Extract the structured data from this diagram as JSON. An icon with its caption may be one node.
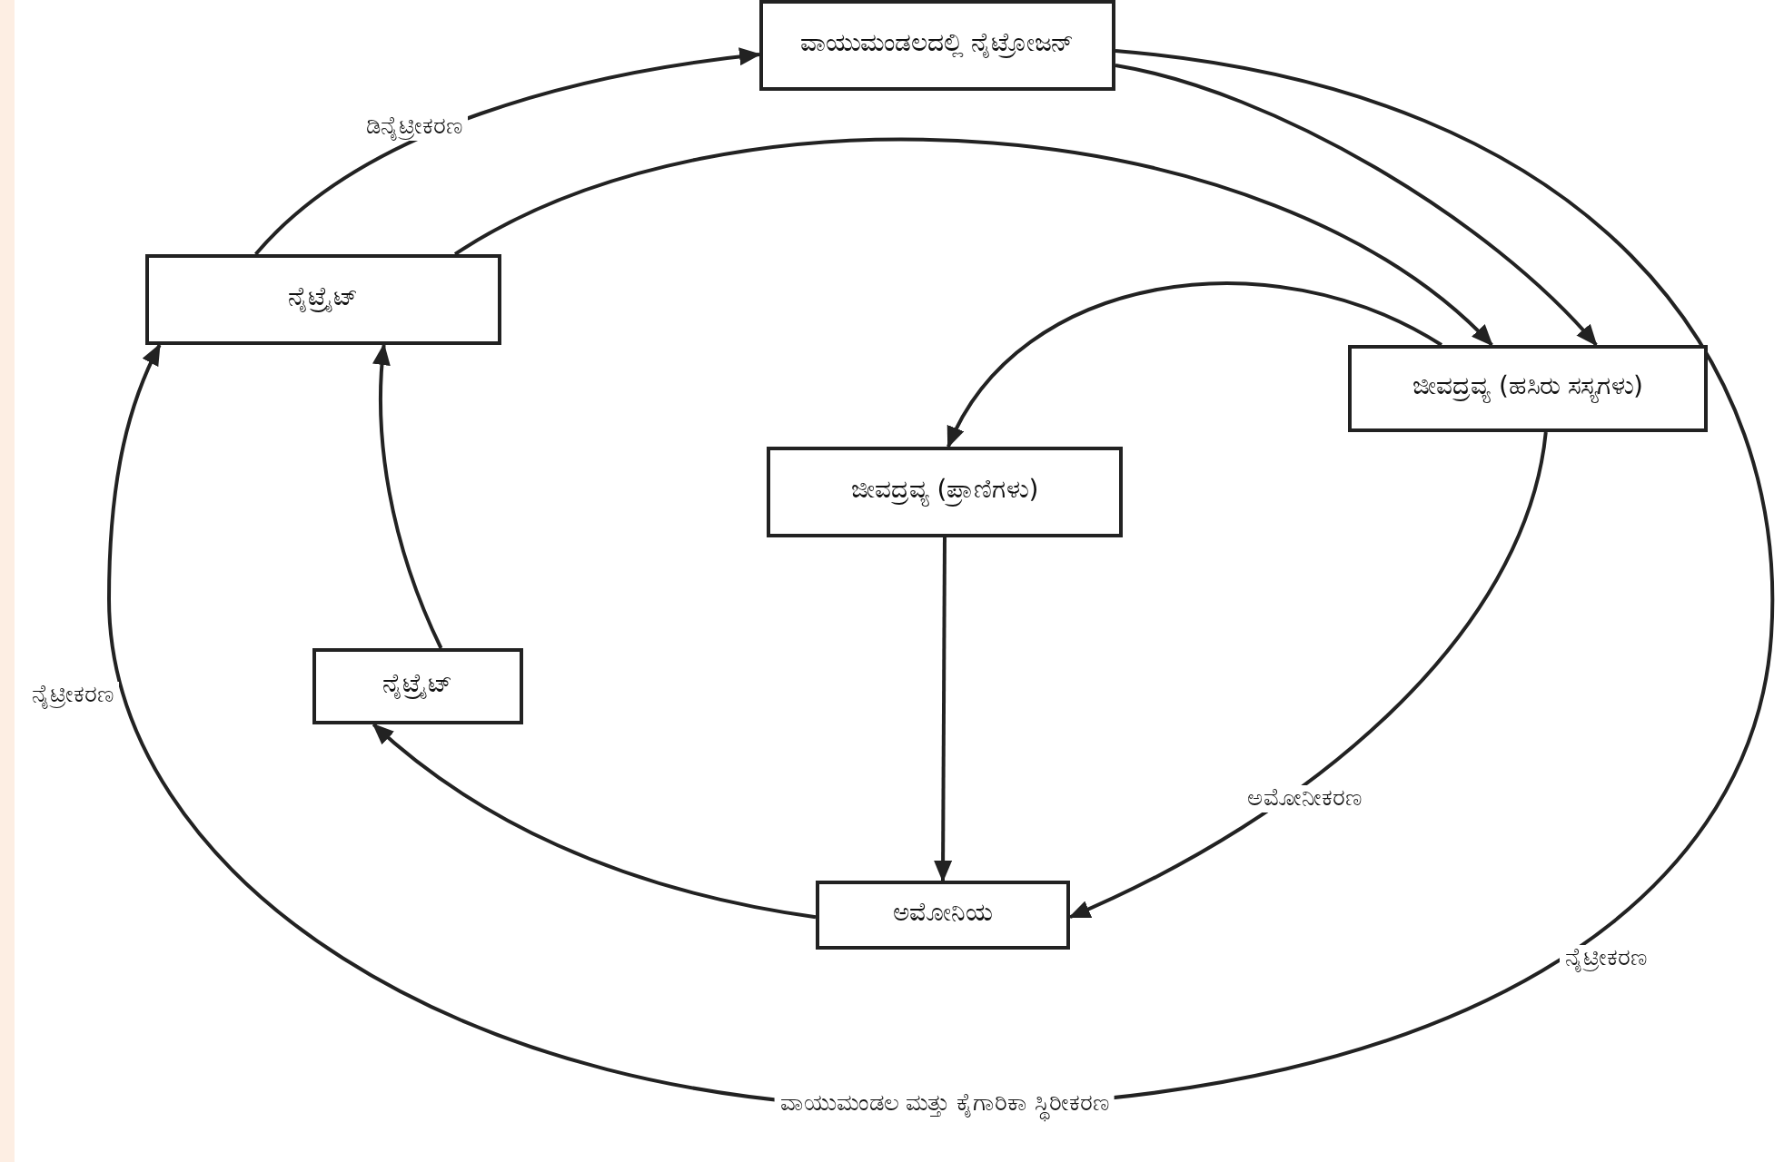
{
  "diagram": {
    "nodes": [
      {
        "text": [
          "ವಾಯುಮಂಡಲದಲ್ಲಿ ನೈಟ್ರೋಜನ್"
        ]
      },
      {
        "text": [
          "ನೈಟ್ರೈಟ್"
        ]
      },
      {
        "text": [
          "ಜೀವದ್ರವ್ಯ (ಹಸಿರು ಸಸ್ಯಗಳು)"
        ]
      },
      {
        "text": [
          "ಜೀವದ್ರವ್ಯ (ಪ್ರಾಣಿಗಳು)"
        ]
      },
      {
        "text": [
          "ನೈಟ್ರೈಟ್"
        ]
      },
      {
        "text": [
          "ಅಮೋನಿಯ"
        ]
      }
    ],
    "edges": [
      {
        "from": 1,
        "to": 0,
        "arrow": "to",
        "label": "ಡಿನೈಟ್ರೀಕರಣ"
      },
      {
        "from": 1,
        "to": 2,
        "arrow": "to"
      },
      {
        "from": 0,
        "to": 2,
        "arrow": "to"
      },
      {
        "from": 0,
        "to": 1,
        "arrow": "to",
        "label": "ವಾಯುಮಂಡಲ ಮತ್ತು ಕೈಗಾರಿಕಾ ಸ್ಥಿರೀಕರಣ"
      },
      {
        "from": 2,
        "to": 3,
        "arrow": "to"
      },
      {
        "from": 3,
        "to": 5,
        "arrow": "to"
      },
      {
        "from": 2,
        "to": 5,
        "arrow": "to",
        "label": "ಅಮೋನೀಕರಣ"
      },
      {
        "from": 5,
        "to": 4,
        "arrow": "to"
      },
      {
        "from": 4,
        "to": 1,
        "arrow": "to"
      }
    ],
    "labels": [
      "ನೈಟ್ರೀಕರಣ",
      "ನೈಟ್ರೀಕರಣ"
    ]
  }
}
